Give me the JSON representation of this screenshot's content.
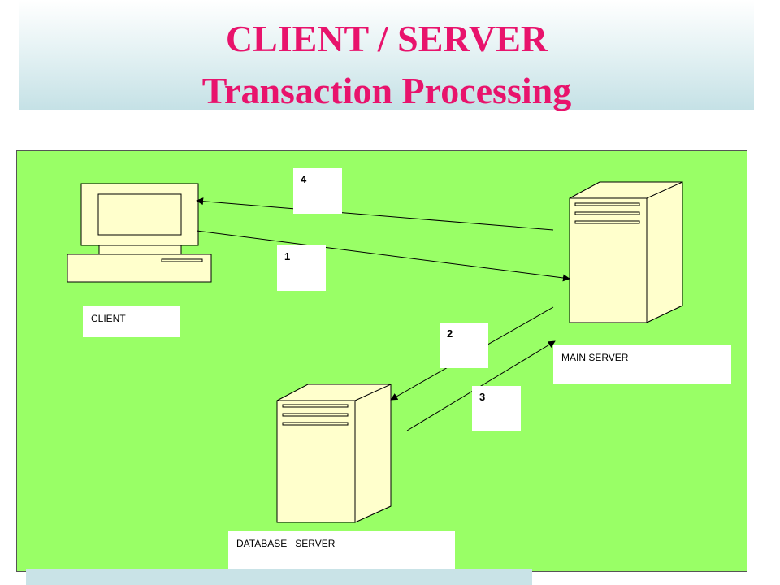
{
  "title": {
    "line1": "CLIENT / SERVER",
    "line2": "Transaction Processing"
  },
  "colors": {
    "title": "#e8136c",
    "canvas": "#99ff66",
    "device_fill": "#ffffcc",
    "title_band": "#c5e1e6"
  },
  "nodes": {
    "client": {
      "label": "CLIENT",
      "icon": "desktop-computer-icon"
    },
    "main_server": {
      "label": "MAIN SERVER",
      "icon": "server-tower-icon"
    },
    "database_server": {
      "label": "DATABASE   SERVER",
      "icon": "server-tower-icon"
    }
  },
  "steps": [
    {
      "number": "1",
      "from": "client",
      "to": "main_server"
    },
    {
      "number": "2",
      "from": "main_server",
      "to": "database_server"
    },
    {
      "number": "3",
      "from": "database_server",
      "to": "main_server"
    },
    {
      "number": "4",
      "from": "main_server",
      "to": "client"
    }
  ]
}
